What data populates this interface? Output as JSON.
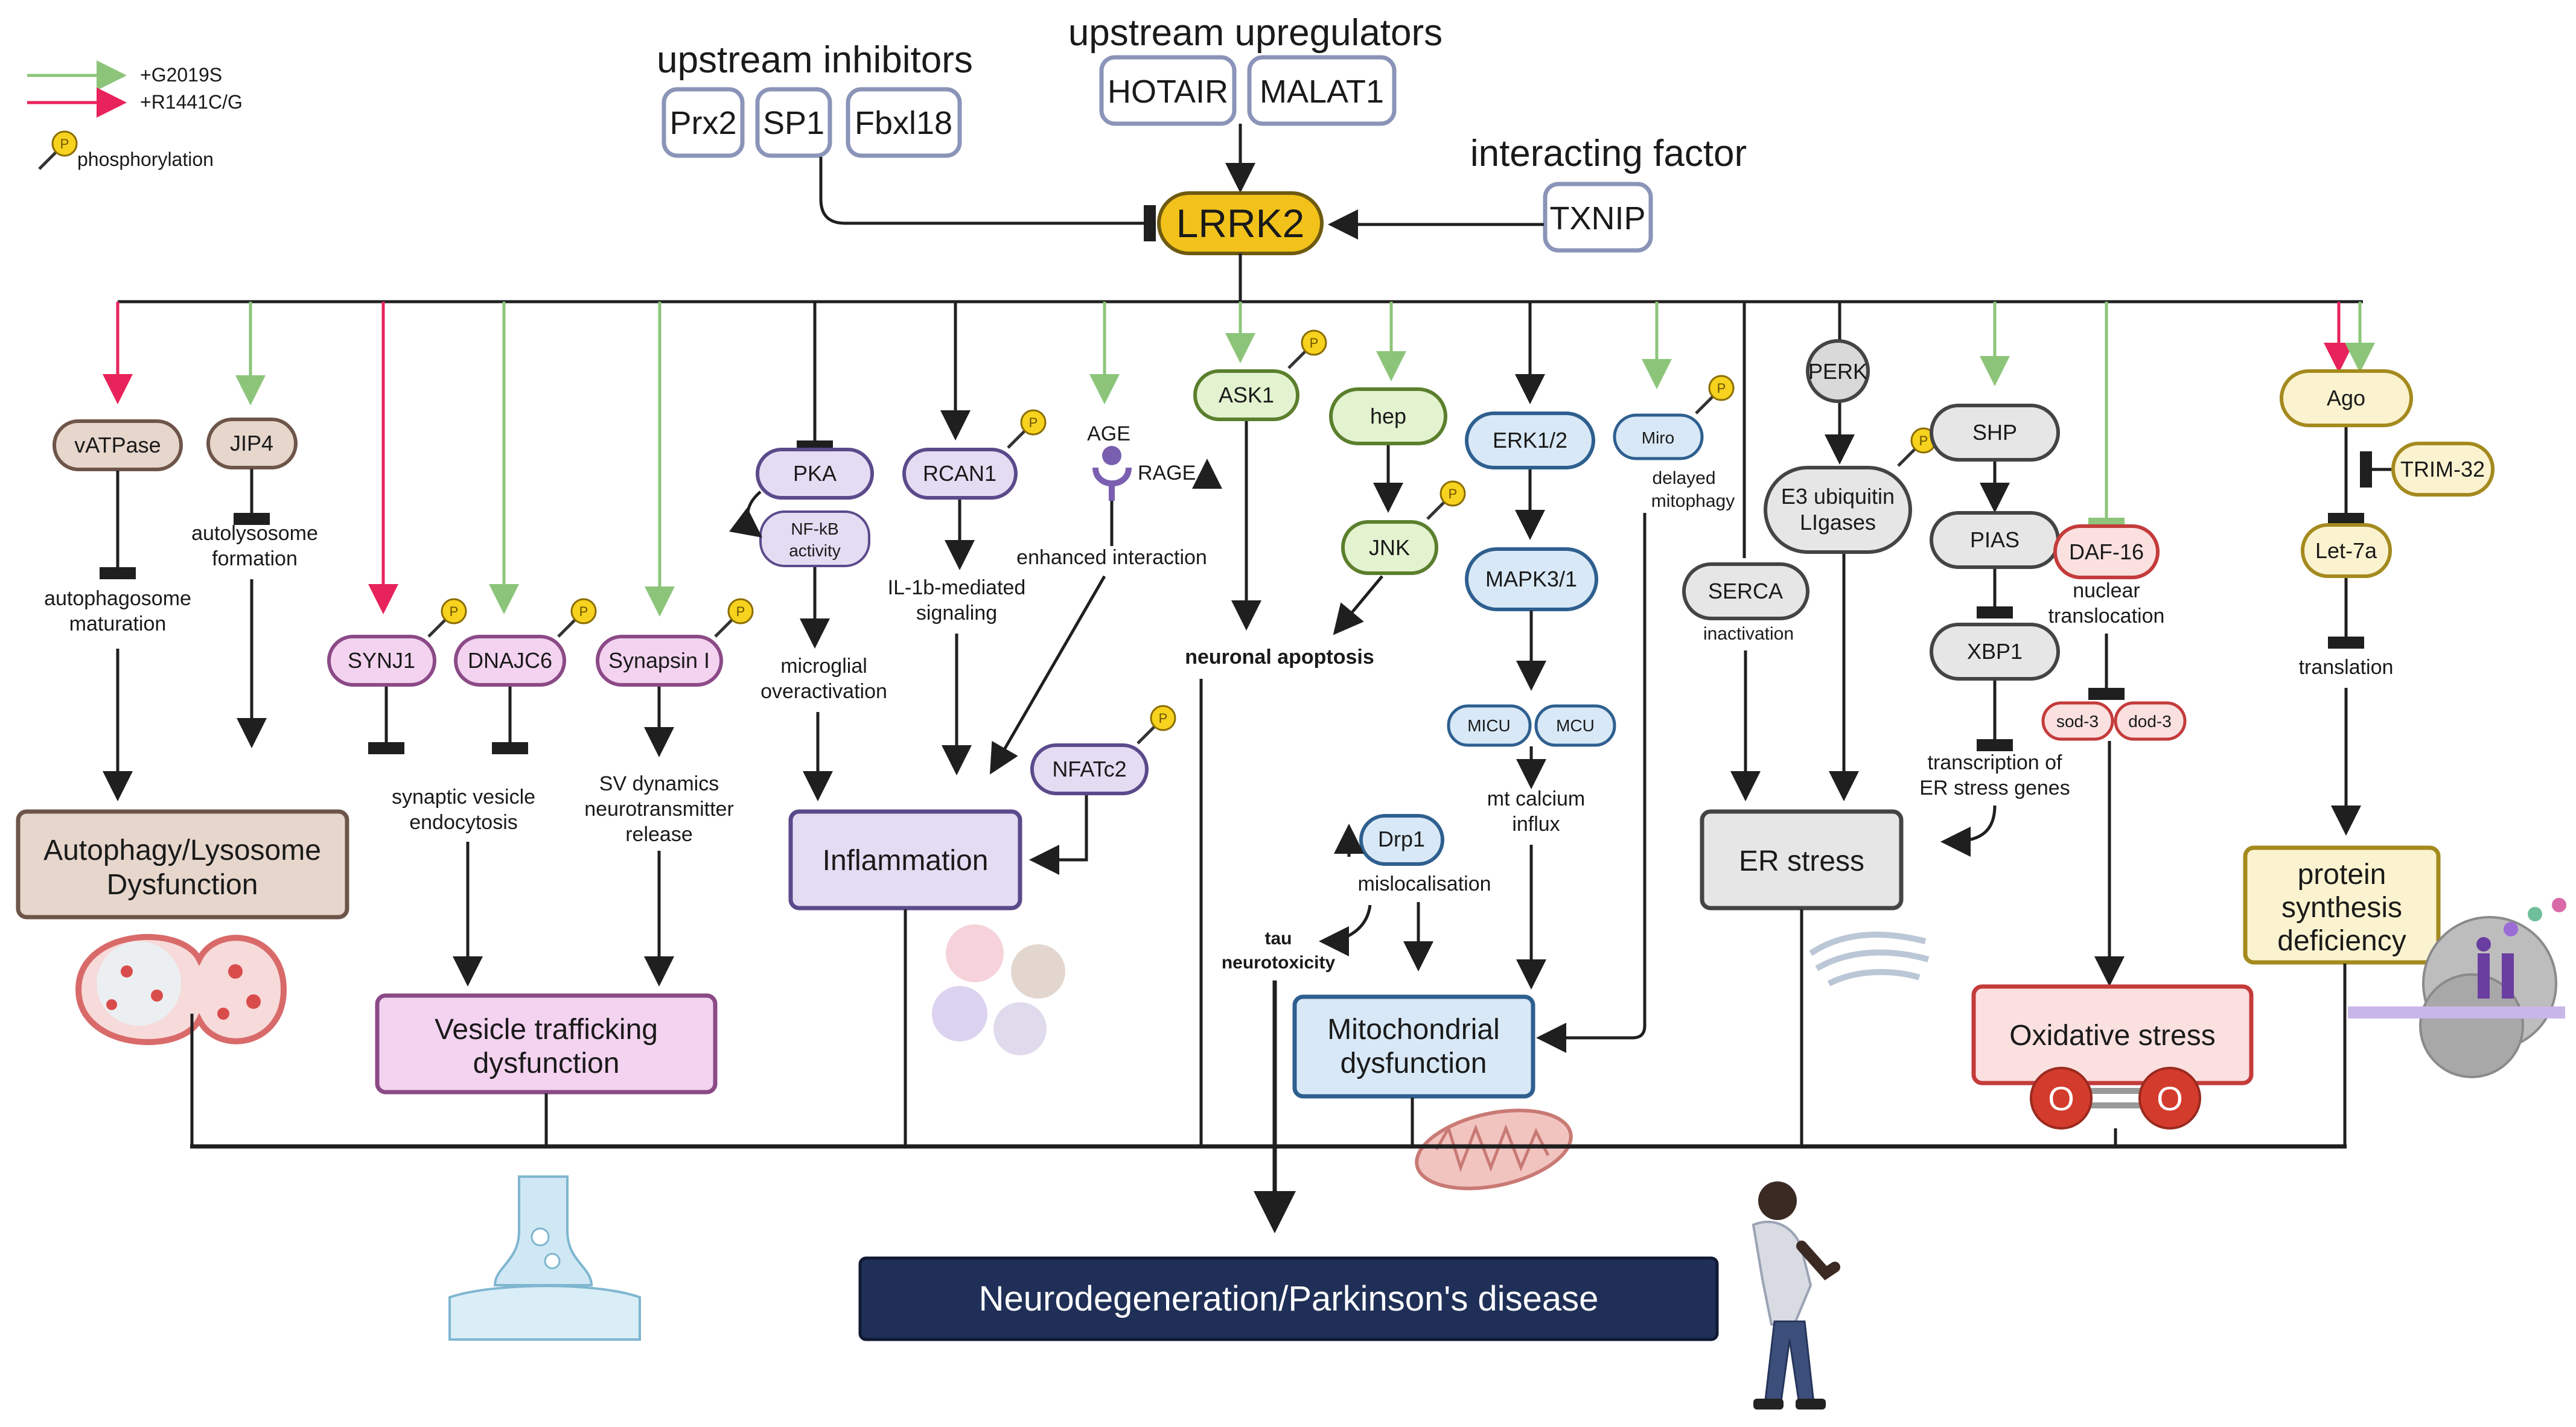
{
  "legend": {
    "g2019s": "+G2019S",
    "r1441": "+R1441C/G",
    "phosphorylation": "phosphorylation",
    "phospho_mark": "P"
  },
  "colors": {
    "green_arrow": "#8cc57a",
    "red_arrow": "#e8225a",
    "lrrk2_fill": "#f2c21b",
    "final_box": "#1f2f57",
    "phospho_fill": "#f7d21e"
  },
  "headings": {
    "inhibitors": "upstream inhibitors",
    "upregulators": "upstream upregulators",
    "interacting": "interacting factor"
  },
  "upstream": {
    "prx2": "Prx2",
    "sp1": "SP1",
    "fbxl18": "Fbxl18",
    "hotair": "HOTAIR",
    "malat1": "MALAT1",
    "txnip": "TXNIP"
  },
  "lrrk2": "LRRK2",
  "nodes": {
    "vatpase": "vATPase",
    "jip4": "JIP4",
    "synj1": "SYNJ1",
    "dnajc6": "DNAJC6",
    "synapsin": "Synapsin I",
    "pka": "PKA",
    "nfkb_1": "NF-kB",
    "nfkb_2": "activity",
    "rcan1": "RCAN1",
    "age": "AGE",
    "rage": "RAGE",
    "nfatc2": "NFATc2",
    "ask1": "ASK1",
    "hep": "hep",
    "jnk": "JNK",
    "erk": "ERK1/2",
    "mapk": "MAPK3/1",
    "micu": "MICU",
    "mcu": "MCU",
    "miro": "Miro",
    "drp1": "Drp1",
    "perk": "PERK",
    "e3_1": "E3 ubiquitin",
    "e3_2": "LIgases",
    "serca": "SERCA",
    "shp": "SHP",
    "pias": "PIAS",
    "xbp1": "XBP1",
    "daf16": "DAF-16",
    "sod3": "sod-3",
    "dod3": "dod-3",
    "ago": "Ago",
    "trim32": "TRIM-32",
    "let7a": "Let-7a"
  },
  "labels": {
    "autophagosome_1": "autophagosome",
    "autophagosome_2": "maturation",
    "autolysosome_1": "autolysosome",
    "autolysosome_2": "formation",
    "synaptic_1": "synaptic vesicle",
    "synaptic_2": "endocytosis",
    "sv_1": "SV dynamics",
    "sv_2": "neurotransmitter",
    "sv_3": "release",
    "microglial_1": "microglial",
    "microglial_2": "overactivation",
    "il1b_1": "IL-1b-mediated",
    "il1b_2": "signaling",
    "enhanced": "enhanced interaction",
    "neuronal_apoptosis": "neuronal apoptosis",
    "mt_calcium_1": "mt calcium",
    "mt_calcium_2": "influx",
    "delayed_1": "delayed",
    "delayed_2": "mitophagy",
    "mislocalisation": "mislocalisation",
    "tau_1": "tau",
    "tau_2": "neurotoxicity",
    "inactivation": "inactivation",
    "er_transcription_1": "transcription of",
    "er_transcription_2": "ER stress genes",
    "nuclear_1": "nuclear",
    "nuclear_2": "translocation",
    "translation": "translation"
  },
  "outcomes": {
    "autophagy_1": "Autophagy/Lysosome",
    "autophagy_2": "Dysfunction",
    "vesicle_1": "Vesicle trafficking",
    "vesicle_2": "dysfunction",
    "inflammation": "Inflammation",
    "mito_1": "Mitochondrial",
    "mito_2": "dysfunction",
    "er_stress": "ER stress",
    "oxidative": "Oxidative stress",
    "protein_1": "protein",
    "protein_2": "synthesis",
    "protein_3": "deficiency"
  },
  "final": "Neurodegeneration/Parkinson's disease"
}
